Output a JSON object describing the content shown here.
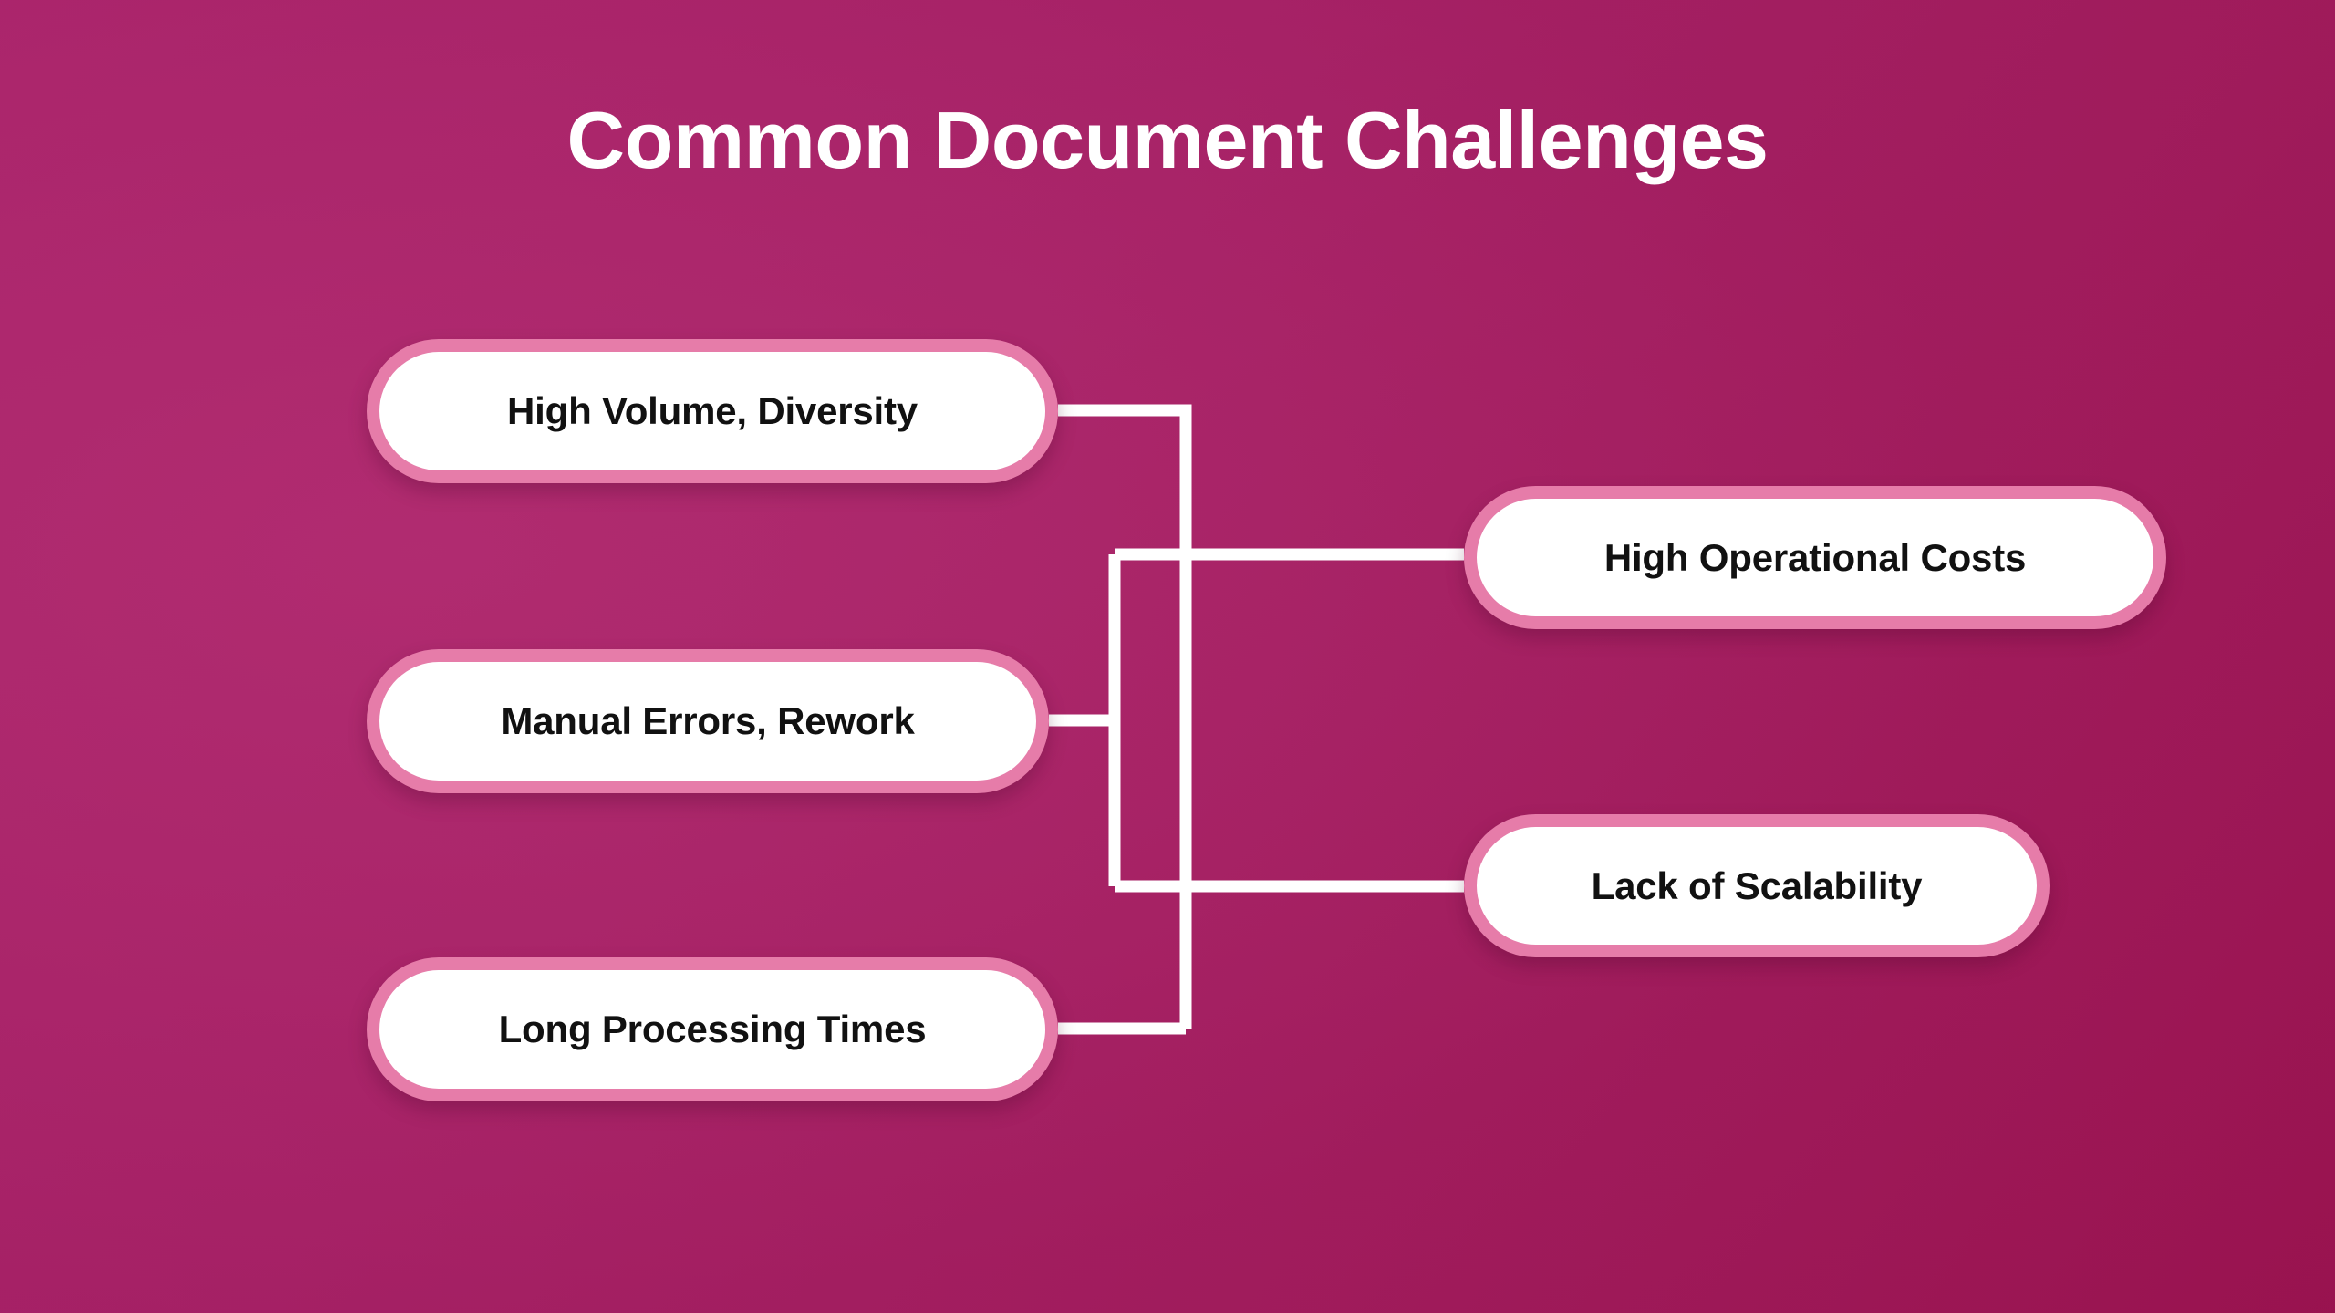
{
  "slide": {
    "title": "Common Document Challenges",
    "background_start": "#A9236A",
    "background_end": "#98124E"
  },
  "palette": {
    "pill_border": "#E67CA9",
    "pill_fill": "#FFFFFF",
    "pill_text": "#111111",
    "connector": "#FFFFFF",
    "title_text": "#FFFFFF"
  },
  "causes": [
    {
      "id": "high-volume",
      "label": "High Volume, Diversity"
    },
    {
      "id": "manual-errors",
      "label": "Manual Errors, Rework"
    },
    {
      "id": "long-processing",
      "label": "Long Processing Times"
    }
  ],
  "effects": [
    {
      "id": "operational-costs",
      "label": "High Operational Costs"
    },
    {
      "id": "lack-scalability",
      "label": "Lack of Scalability"
    }
  ]
}
